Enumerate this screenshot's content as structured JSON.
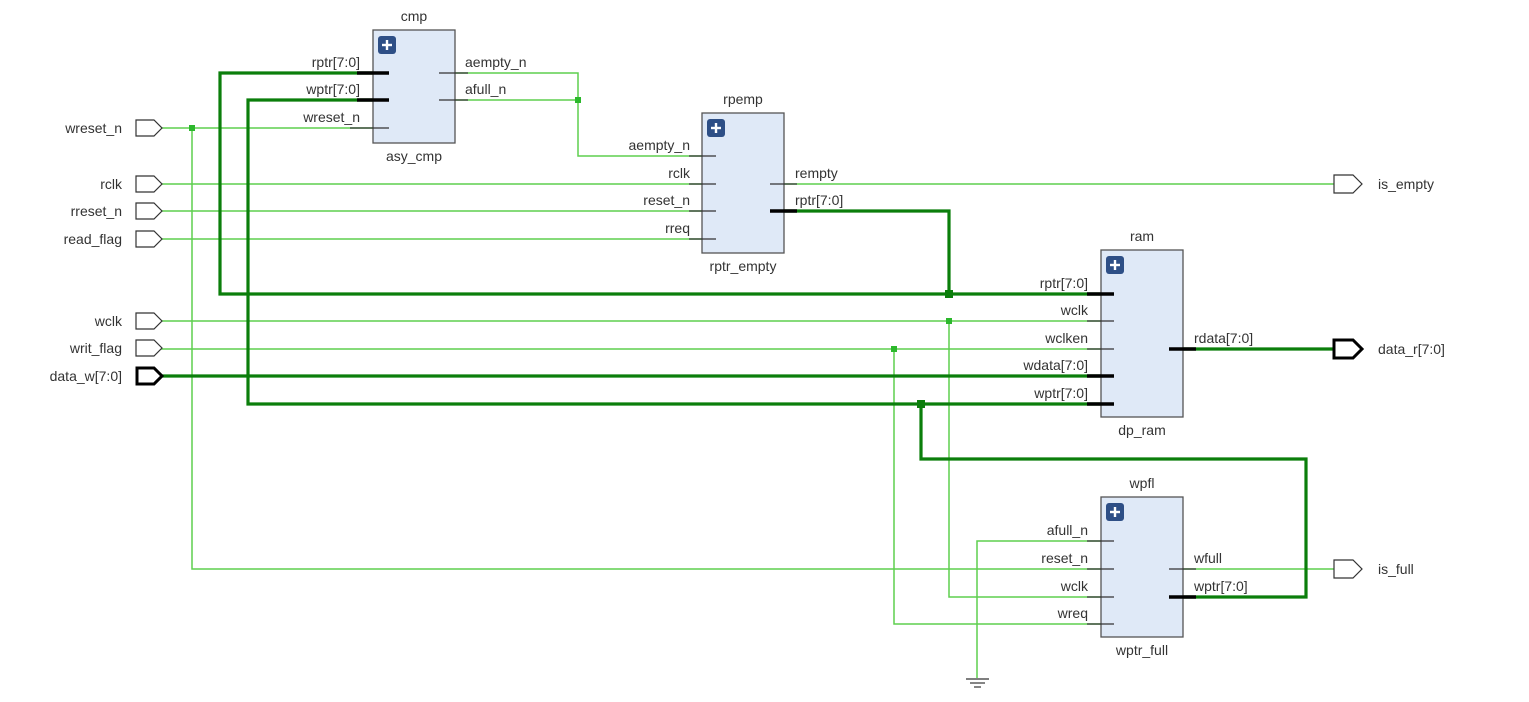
{
  "schematic": {
    "input_ports": [
      {
        "id": "wreset_n",
        "label": "wreset_n",
        "bus": false
      },
      {
        "id": "rclk",
        "label": "rclk",
        "bus": false
      },
      {
        "id": "rreset_n",
        "label": "rreset_n",
        "bus": false
      },
      {
        "id": "read_flag",
        "label": "read_flag",
        "bus": false
      },
      {
        "id": "wclk",
        "label": "wclk",
        "bus": false
      },
      {
        "id": "writ_flag",
        "label": "writ_flag",
        "bus": false
      },
      {
        "id": "data_w",
        "label": "data_w[7:0]",
        "bus": true
      }
    ],
    "output_ports": [
      {
        "id": "is_empty",
        "label": "is_empty",
        "bus": false
      },
      {
        "id": "data_r",
        "label": "data_r[7:0]",
        "bus": true
      },
      {
        "id": "is_full",
        "label": "is_full",
        "bus": false
      }
    ],
    "blocks": {
      "cmp": {
        "instance": "cmp",
        "module": "asy_cmp",
        "inputs": [
          "rptr[7:0]",
          "wptr[7:0]",
          "wreset_n"
        ],
        "outputs": [
          "aempty_n",
          "afull_n"
        ]
      },
      "rpemp": {
        "instance": "rpemp",
        "module": "rptr_empty",
        "inputs": [
          "aempty_n",
          "rclk",
          "reset_n",
          "rreq"
        ],
        "outputs": [
          "rempty",
          "rptr[7:0]"
        ]
      },
      "ram": {
        "instance": "ram",
        "module": "dp_ram",
        "inputs": [
          "rptr[7:0]",
          "wclk",
          "wclken",
          "wdata[7:0]",
          "wptr[7:0]"
        ],
        "outputs": [
          "rdata[7:0]"
        ]
      },
      "wpfl": {
        "instance": "wpfl",
        "module": "wptr_full",
        "inputs": [
          "afull_n",
          "reset_n",
          "wclk",
          "wreq"
        ],
        "outputs": [
          "wfull",
          "wptr[7:0]"
        ]
      }
    },
    "colors": {
      "wire": "#5fcf4f",
      "bus": "#0b7e0b",
      "block_fill": "#dfe9f7",
      "expand_icon": "#2e4f86"
    },
    "icons": {
      "expand": "plus-square-icon",
      "ground": "ground-icon"
    }
  }
}
